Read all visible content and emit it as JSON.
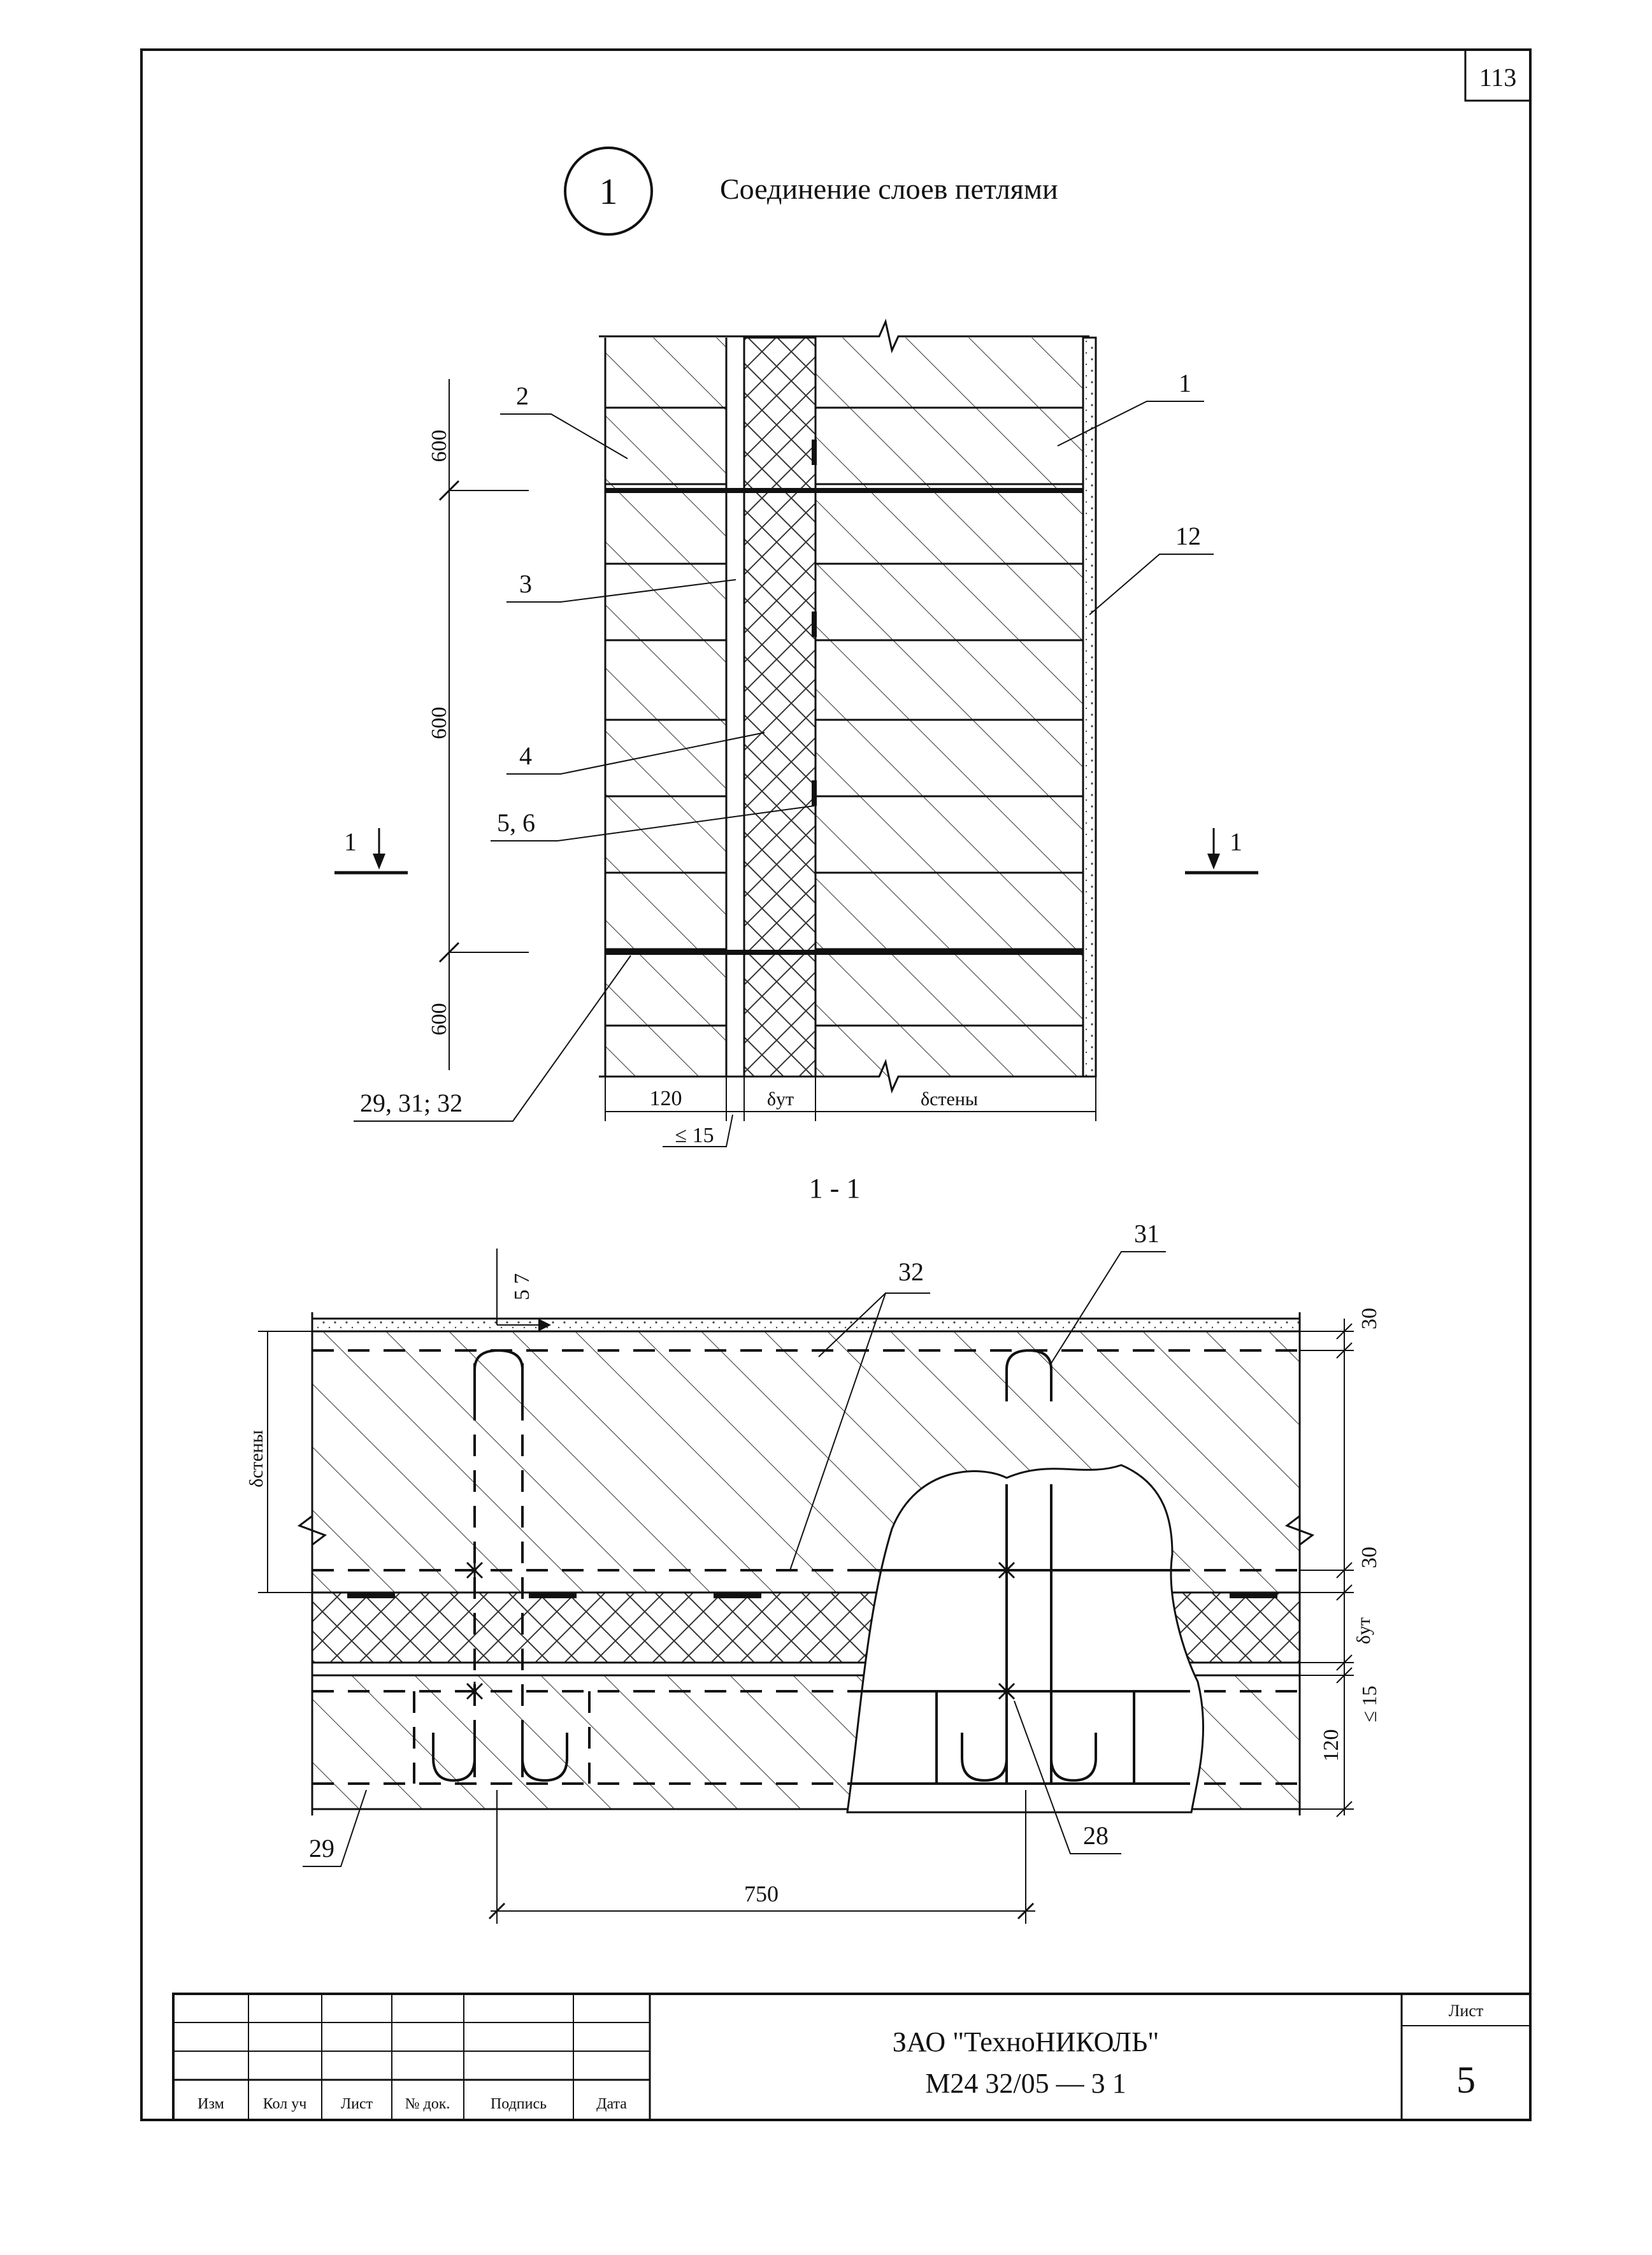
{
  "sheet_corner_number": "113",
  "view_marker": "1",
  "title": "Соединение слоев петлями",
  "elevation": {
    "callouts": [
      "2",
      "1",
      "12",
      "3",
      "4",
      "5, 6",
      "29, 31; 32"
    ],
    "dims_vertical": [
      "600",
      "600",
      "600"
    ],
    "dims_bottom": [
      "120",
      "δут",
      "δстены"
    ],
    "dim_gap": "≤ 15",
    "section_mark_left": "1",
    "section_mark_right": "1"
  },
  "section": {
    "label": "1 - 1",
    "callouts": [
      "32",
      "31",
      "28",
      "29"
    ],
    "dims_right": [
      "30",
      "30",
      "δут",
      "≤ 15",
      "120"
    ],
    "dim_left": "δстены",
    "dim_top": "5 7",
    "dim_bottom": "750"
  },
  "title_block": {
    "col_headers": [
      "Изм",
      "Кол уч",
      "Лист",
      "№ док.",
      "Подпись",
      "Дата"
    ],
    "company": "ЗАО \"ТехноНИКОЛЬ\"",
    "doc_code": "М24 32/05 — 3 1",
    "sheet_label": "Лист",
    "sheet_number": "5"
  },
  "colors": {
    "ink": "#111111",
    "paper": "#ffffff"
  }
}
